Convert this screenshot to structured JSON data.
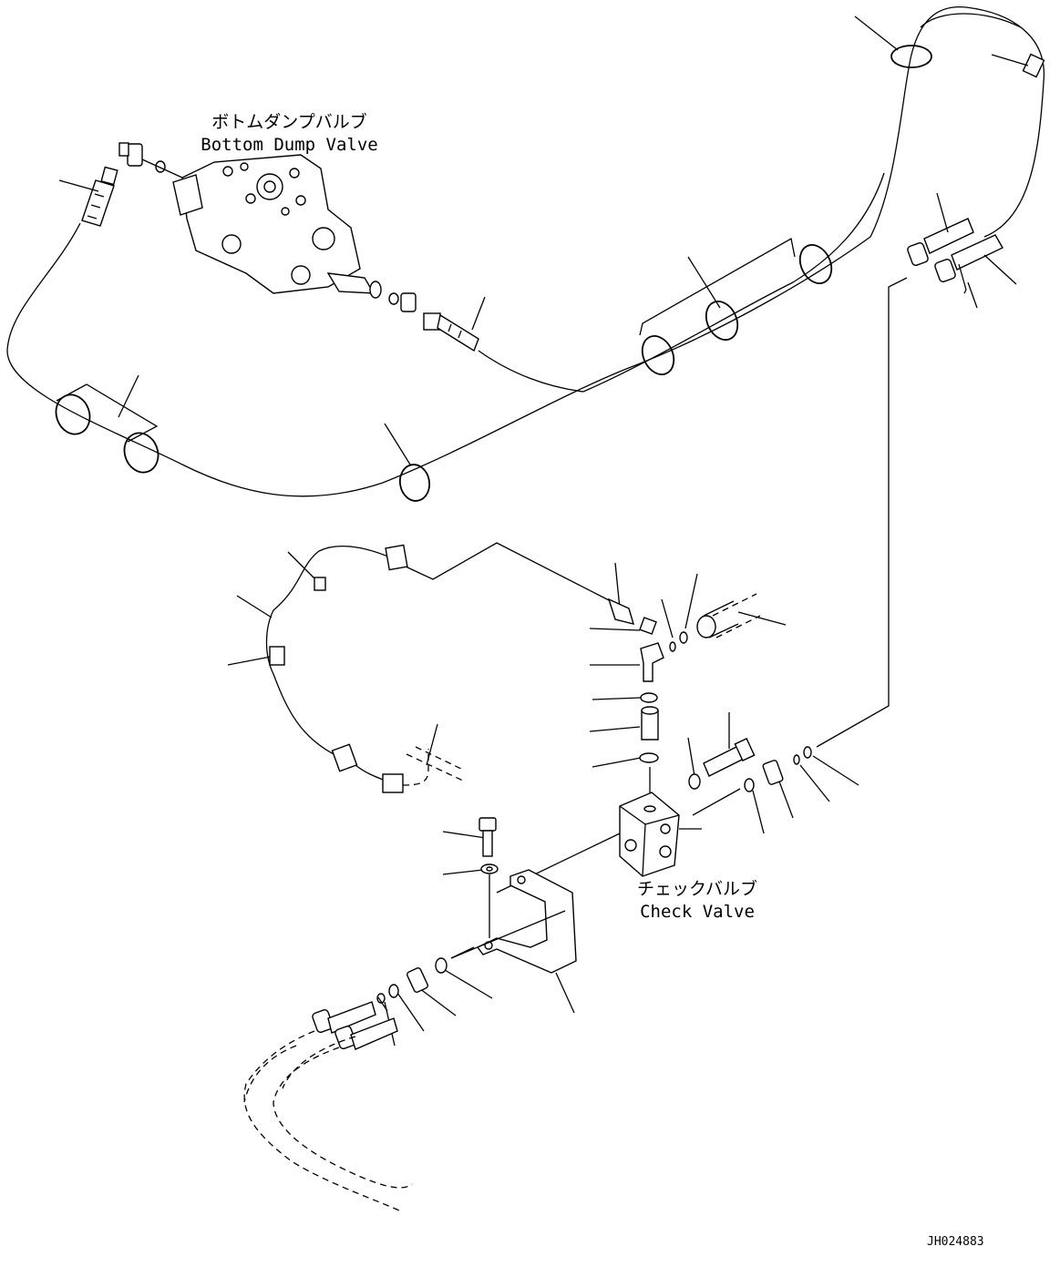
{
  "labels": {
    "bottom_dump_valve_jp": "ボトムダンプバルブ",
    "bottom_dump_valve_en": "Bottom Dump Valve",
    "check_valve_jp": "チェックバルブ",
    "check_valve_en": "Check Valve"
  },
  "drawing_code": "JH024883"
}
